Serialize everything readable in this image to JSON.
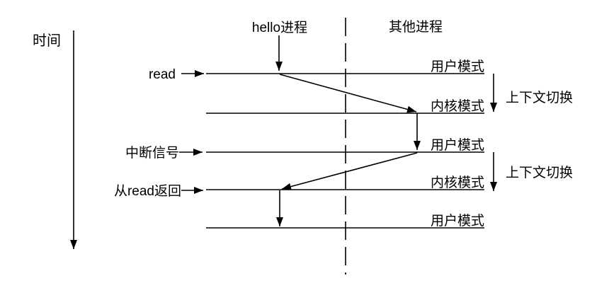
{
  "diagram": {
    "time_axis_label": "时间",
    "left_process_label": "hello进程",
    "right_process_label": "其他进程",
    "event_labels": {
      "read_call": "read",
      "interrupt": "中断信号",
      "read_return": "从read返回"
    },
    "mode_lines": [
      {
        "label": "用户模式"
      },
      {
        "label": "内核模式"
      },
      {
        "label": "用户模式"
      },
      {
        "label": "内核模式"
      },
      {
        "label": "用户模式"
      }
    ],
    "context_switches": [
      {
        "label": "上下文切换"
      },
      {
        "label": "上下文切换"
      }
    ],
    "colors": {
      "stroke": "#000000",
      "text": "#000000",
      "background": "#ffffff"
    }
  }
}
